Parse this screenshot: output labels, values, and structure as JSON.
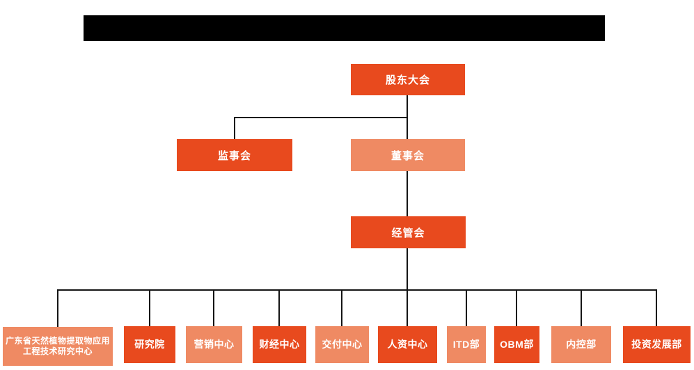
{
  "colors": {
    "primary_orange": "#E84A1E",
    "light_orange": "#EF8A63",
    "connector_line": "#141414",
    "redacted_header_bar": "#000000",
    "box_text": "#FFFFFF",
    "page_background": "#FFFFFF"
  },
  "org_chart": {
    "type": "org-hierarchy-diagram",
    "root": {
      "label": "股东大会",
      "tone": "dark"
    },
    "level2": [
      {
        "label": "监事会",
        "tone": "dark"
      },
      {
        "label": "董事会",
        "tone": "light"
      }
    ],
    "level3": {
      "label": "经管会",
      "tone": "dark"
    },
    "departments": [
      {
        "label": "广东省天然植物提取物应用工程技术研究中心",
        "tone": "light"
      },
      {
        "label": "研究院",
        "tone": "dark"
      },
      {
        "label": "营销中心",
        "tone": "light"
      },
      {
        "label": "财经中心",
        "tone": "dark"
      },
      {
        "label": "交付中心",
        "tone": "light"
      },
      {
        "label": "人资中心",
        "tone": "dark"
      },
      {
        "label": "ITD部",
        "tone": "light"
      },
      {
        "label": "OBM部",
        "tone": "dark"
      },
      {
        "label": "内控部",
        "tone": "light"
      },
      {
        "label": "投资发展部",
        "tone": "dark"
      }
    ]
  }
}
